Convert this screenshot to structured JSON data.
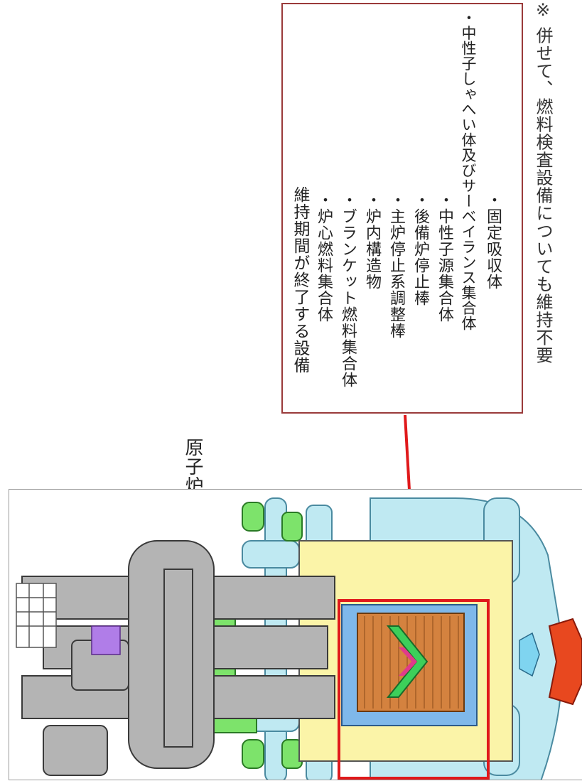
{
  "vessel_label": "原子炉容器",
  "callout": {
    "heading": "維持期間が終了する設備",
    "items": [
      "・炉心燃料集合体",
      "・ブランケット燃料集合体",
      "・炉内構造物",
      "・主炉停止系調整棒",
      "・後備炉停止棒",
      "・中性子源集合体",
      "・中性子しゃへい体及びサーベイランス集合体",
      "・固定吸収体"
    ]
  },
  "footnote": "※ 併せて、燃料検査設備についても維持不要",
  "colors": {
    "highlight_red": "#e0191b",
    "callout_border": "#9a3a3a",
    "coolant_blue": "#bfe9f2",
    "green_parts": "#7de36b",
    "core_orange": "#d4823f",
    "yellow_fill": "#fbf4a8",
    "support_red": "#e8481f",
    "gray_parts": "#b4b4b4"
  }
}
